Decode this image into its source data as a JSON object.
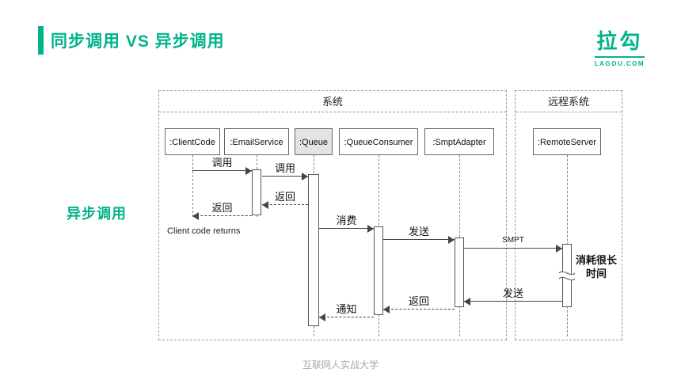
{
  "title": "同步调用 VS 异步调用",
  "logo": {
    "name": "拉勾",
    "domain": "LAGOU.COM"
  },
  "side_label": "异步调用",
  "footer": "互联网人实战大学",
  "frames": {
    "system": "系统",
    "remote": "远程系统"
  },
  "lifelines": [
    ":ClientCode",
    ":EmailService",
    ":Queue",
    ":QueueConsumer",
    ":SmptAdapter",
    ":RemoteServer"
  ],
  "messages": {
    "call1": "调用",
    "call2": "调用",
    "return1": "返回",
    "return2": "返回",
    "client_note": "Client code returns",
    "consume": "消费",
    "send1": "发送",
    "smpt": "SMPT",
    "send2": "发送",
    "return3": "返回",
    "notify": "通知"
  },
  "notes": {
    "duration": "消耗很长时间"
  },
  "colors": {
    "accent": "#00b38a"
  }
}
